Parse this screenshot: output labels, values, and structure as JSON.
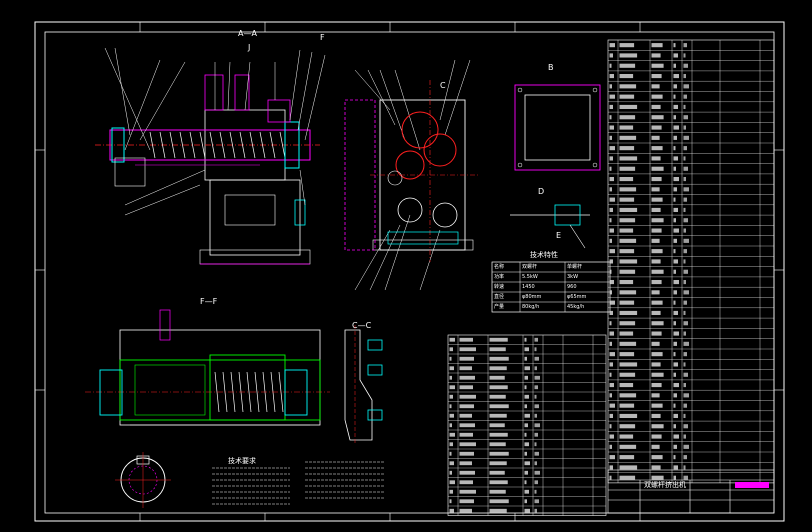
{
  "palette": {
    "background": "#000000",
    "line": "#ffffff",
    "magenta": "#ff00ff",
    "cyan": "#00ffff",
    "green": "#00ff00",
    "red": "#ff2020",
    "yellow": "#ffff00"
  },
  "views": {
    "section_aa": "A—A",
    "section_ff_top": "F",
    "view_b": "B",
    "view_c": "C",
    "view_d": "D",
    "section_ff": "F—F",
    "section_cc": "C—C",
    "view_e": "E",
    "view_j": "J"
  },
  "labels": {
    "tech_notes": "技术要求",
    "tech_table_title": "技术特性",
    "title_block_name": "双螺杆挤出机"
  },
  "tech_table": {
    "headers": [
      "名称",
      "双螺杆",
      "单螺杆"
    ],
    "rows": [
      [
        "功率",
        "5.5kW",
        "3kW"
      ],
      [
        "转速",
        "1450",
        "960"
      ],
      [
        "直径",
        "φ80mm",
        "φ65mm"
      ],
      [
        "产量",
        "80kg/h",
        "45kg/h"
      ]
    ]
  }
}
